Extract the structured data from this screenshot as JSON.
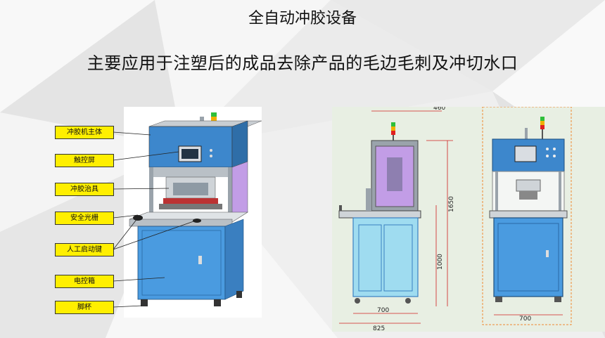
{
  "page": {
    "title": "全自动冲胶设备",
    "subtitle": "主要应用于注塑后的成品去除产品的毛边毛刺及冲切水口"
  },
  "callouts": [
    {
      "label": "冲胶机主体"
    },
    {
      "label": "触控屏"
    },
    {
      "label": "冲胶治具"
    },
    {
      "label": "安全光栅"
    },
    {
      "label": "人工启动键"
    },
    {
      "label": "电控箱"
    },
    {
      "label": "脚杯"
    }
  ],
  "dimensions": {
    "top_width": "460",
    "total_height": "1650",
    "base_height": "1000",
    "inner_width": "700",
    "overall_width": "825",
    "front_width": "700"
  },
  "colors": {
    "frame_blue": "#3d87cc",
    "frame_gray": "#9aa3ab",
    "panel_purple": "#c29de6",
    "cabinet_cyan": "#9fdcf0",
    "cabinet_blue": "#4a9be0",
    "callout_yellow": "#ffef00",
    "dim_red": "#d02020"
  }
}
